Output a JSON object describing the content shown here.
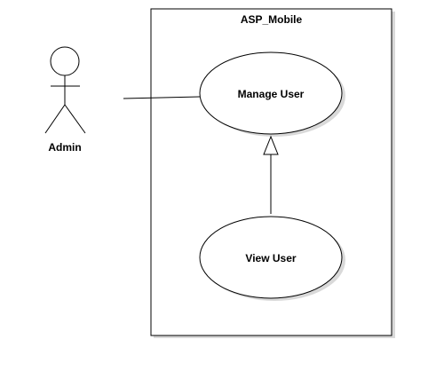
{
  "diagram": {
    "type": "use-case",
    "system": {
      "title": "ASP_Mobile"
    },
    "actors": [
      {
        "id": "admin",
        "label": "Admin"
      }
    ],
    "use_cases": [
      {
        "id": "manage_user",
        "label": "Manage User"
      },
      {
        "id": "view_user",
        "label": "View User"
      }
    ],
    "relations": [
      {
        "type": "association",
        "from": "admin",
        "to": "manage_user"
      },
      {
        "type": "generalization",
        "from": "view_user",
        "to": "manage_user"
      }
    ],
    "colors": {
      "stroke": "#000000",
      "fill": "#ffffff",
      "shadow": "#d9d9d9"
    }
  }
}
